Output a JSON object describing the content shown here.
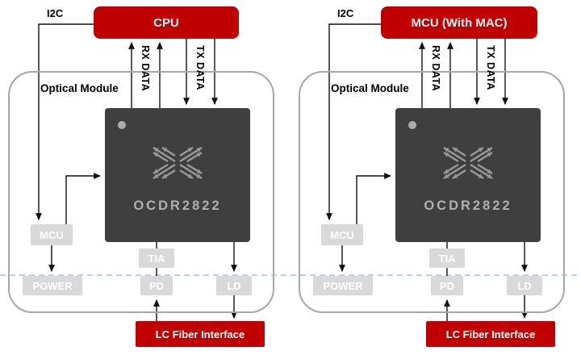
{
  "colors": {
    "accent_red": "#C00000",
    "chip_bg": "#3F3F3F",
    "chip_text_gray": "#B0B0B0",
    "box_gray": "#D9D9D9",
    "outline_gray": "#A6A6A6",
    "dashed_blue": "#9DC3E6",
    "line_black": "#111111"
  },
  "modules": [
    {
      "host_label": "CPU",
      "i2c_label": "I2C",
      "module_label": "Optical Module",
      "rx_label": "RX DATA",
      "tx_label": "TX DATA",
      "chip_label": "OCDR2822",
      "chip_logo_icon": "butterfly-arrows-logo",
      "mcu_label": "MCU",
      "tia_label": "TIA",
      "power_label": "POWER",
      "pd_label": "PD",
      "ld_label": "LD",
      "fiber_label": "LC Fiber Interface"
    },
    {
      "host_label": "MCU (With MAC)",
      "i2c_label": "I2C",
      "module_label": "Optical Module",
      "rx_label": "RX DATA",
      "tx_label": "TX DATA",
      "chip_label": "OCDR2822",
      "chip_logo_icon": "butterfly-arrows-logo",
      "mcu_label": "MCU",
      "tia_label": "TIA",
      "power_label": "POWER",
      "pd_label": "PD",
      "ld_label": "LD",
      "fiber_label": "LC Fiber Interface"
    }
  ]
}
